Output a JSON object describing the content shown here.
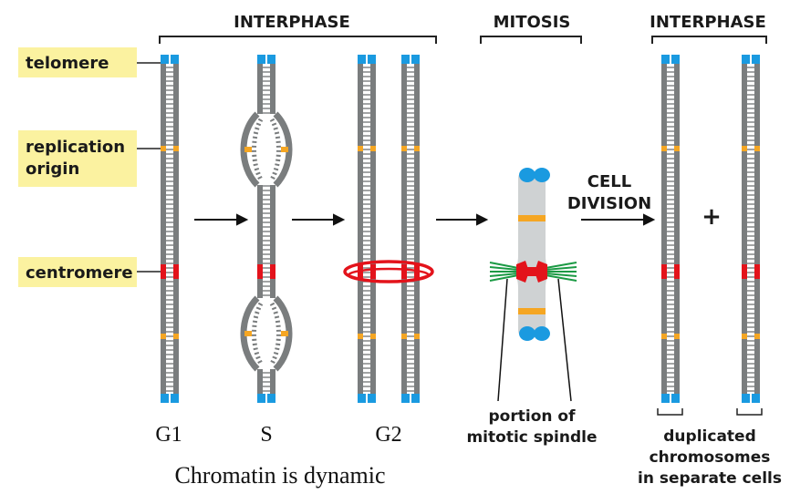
{
  "headers": {
    "interphase_left": "INTERPHASE",
    "mitosis": "MITOSIS",
    "interphase_right": "INTERPHASE"
  },
  "callouts": {
    "telomere": "telomere",
    "replication_origin_line1": "replication",
    "replication_origin_line2": "origin",
    "centromere": "centromere"
  },
  "stages": {
    "g1": "G1",
    "s": "S",
    "g2": "G2"
  },
  "cell_division": {
    "line1": "CELL",
    "line2": "DIVISION"
  },
  "plus_sign": "+",
  "spindle_label": {
    "line1": "portion of",
    "line2": "mitotic spindle"
  },
  "duplicated_label": {
    "line1": "duplicated",
    "line2": "chromosomes",
    "line3": "in separate cells"
  },
  "caption": "Chromatin is dynamic",
  "colors": {
    "chromatid_gray": "#7a7d7e",
    "telomere_blue": "#1a9ae0",
    "origin_orange": "#f5a623",
    "centromere_red": "#e3131b",
    "callout_yellow": "#fbf2a0",
    "spindle_green": "#1b9a44",
    "mitotic_chromosome_gray": "#cfd2d3"
  }
}
